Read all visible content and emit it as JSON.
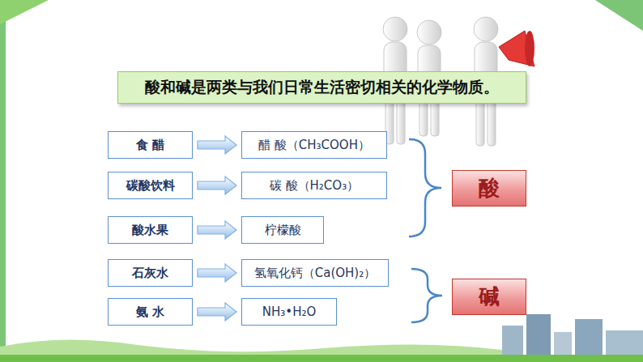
{
  "diagram": {
    "title": "酸和碱是两类与我们日常生活密切相关的化学物质。",
    "nodes": [
      {
        "text": [
          "食 醋"
        ]
      },
      {
        "text": [
          "醋 酸（CH₃COOH）"
        ]
      },
      {
        "text": [
          "碳酸饮料"
        ]
      },
      {
        "text": [
          "碳 酸（H₂CO₃）"
        ]
      },
      {
        "text": [
          "酸水果"
        ]
      },
      {
        "text": [
          "柠檬酸"
        ]
      },
      {
        "text": [
          "石灰水"
        ]
      },
      {
        "text": [
          "氢氧化钙（Ca(OH)₂）"
        ]
      },
      {
        "text": [
          "氨 水"
        ]
      },
      {
        "text": [
          "NH₃•H₂O"
        ]
      },
      {
        "text": [
          "酸"
        ]
      },
      {
        "text": [
          "碱"
        ]
      }
    ],
    "edges": [
      {
        "from": 0,
        "to": 1,
        "arrow": "to"
      },
      {
        "from": 2,
        "to": 3,
        "arrow": "to"
      },
      {
        "from": 4,
        "to": 5,
        "arrow": "to"
      },
      {
        "from": 6,
        "to": 7,
        "arrow": "to"
      },
      {
        "from": 8,
        "to": 9,
        "arrow": "to"
      }
    ]
  }
}
